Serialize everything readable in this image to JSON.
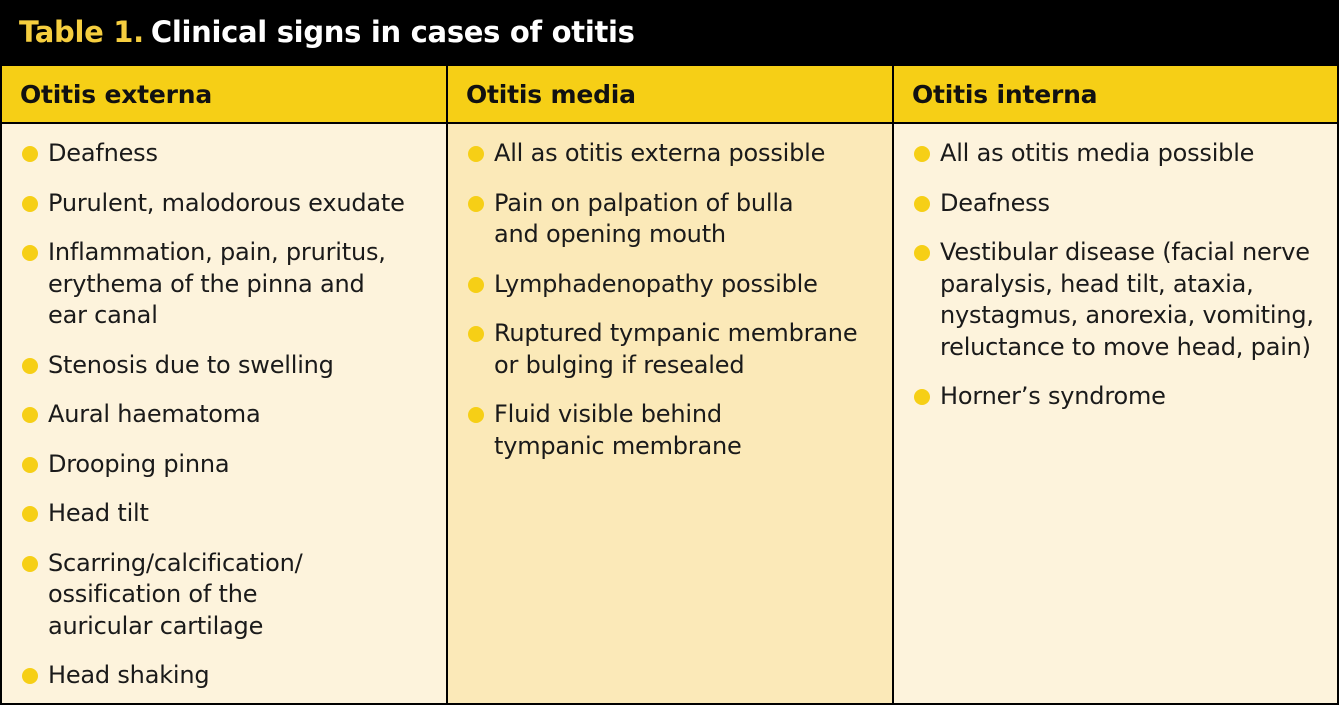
{
  "table": {
    "title_number": "Table 1.",
    "title_text": "Clinical signs in cases of otitis",
    "colors": {
      "title_background": "#000000",
      "title_number": "#f6ce3f",
      "header_background": "#f6cf16",
      "body_background": "#fdf3dc",
      "middle_body_background": "#fbe9b8",
      "bullet": "#f6cf16"
    },
    "columns": [
      {
        "header": "Otitis externa",
        "items": [
          "Deafness",
          "Purulent, malodorous exudate",
          "Inflammation, pain, pruritus,\nerythema of the pinna and\near canal",
          "Stenosis due to swelling",
          "Aural haematoma",
          "Drooping pinna",
          "Head tilt",
          "Scarring/calcification/\nossification of the\nauricular cartilage",
          "Head shaking"
        ]
      },
      {
        "header": "Otitis media",
        "items": [
          "All as otitis externa possible",
          "Pain on palpation of bulla\nand opening mouth",
          "Lymphadenopathy possible",
          "Ruptured tympanic membrane\nor bulging if resealed",
          "Fluid visible behind\ntympanic membrane"
        ]
      },
      {
        "header": "Otitis interna",
        "items": [
          "All as otitis media possible",
          "Deafness",
          "Vestibular disease (facial nerve\nparalysis, head tilt, ataxia,\nnystagmus, anorexia, vomiting,\nreluctance to move head, pain)",
          "Horner’s syndrome"
        ]
      }
    ]
  }
}
